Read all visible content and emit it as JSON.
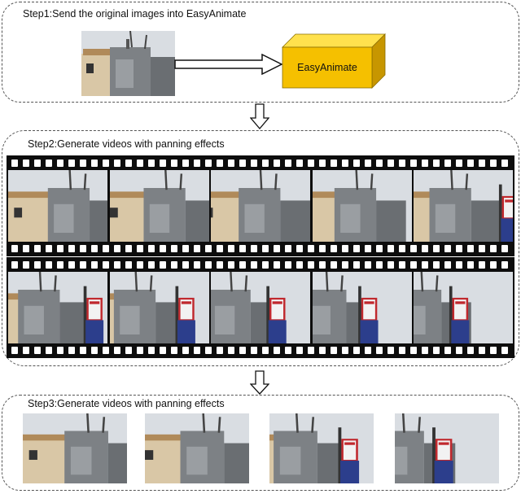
{
  "step1": {
    "label": "Step1:Send the original images into EasyAnimate",
    "box_label": "EasyAnimate"
  },
  "step2": {
    "label": "Step2:Generate videos with panning effects"
  },
  "step3": {
    "label": "Step3:Generate videos with panning effects"
  },
  "colors": {
    "box_front": "#f5c000",
    "box_top": "#ffe14d",
    "box_side": "#c79600",
    "film": "#0d0d0d",
    "sky": "#d9dde2",
    "transformer": "#7d8185",
    "wall": "#d9c7a6",
    "sign_red": "#c0282d",
    "sign_blue": "#2c3e8c"
  },
  "icons": [
    "right-arrow-icon",
    "down-arrow-icon",
    "3d-box-icon"
  ]
}
